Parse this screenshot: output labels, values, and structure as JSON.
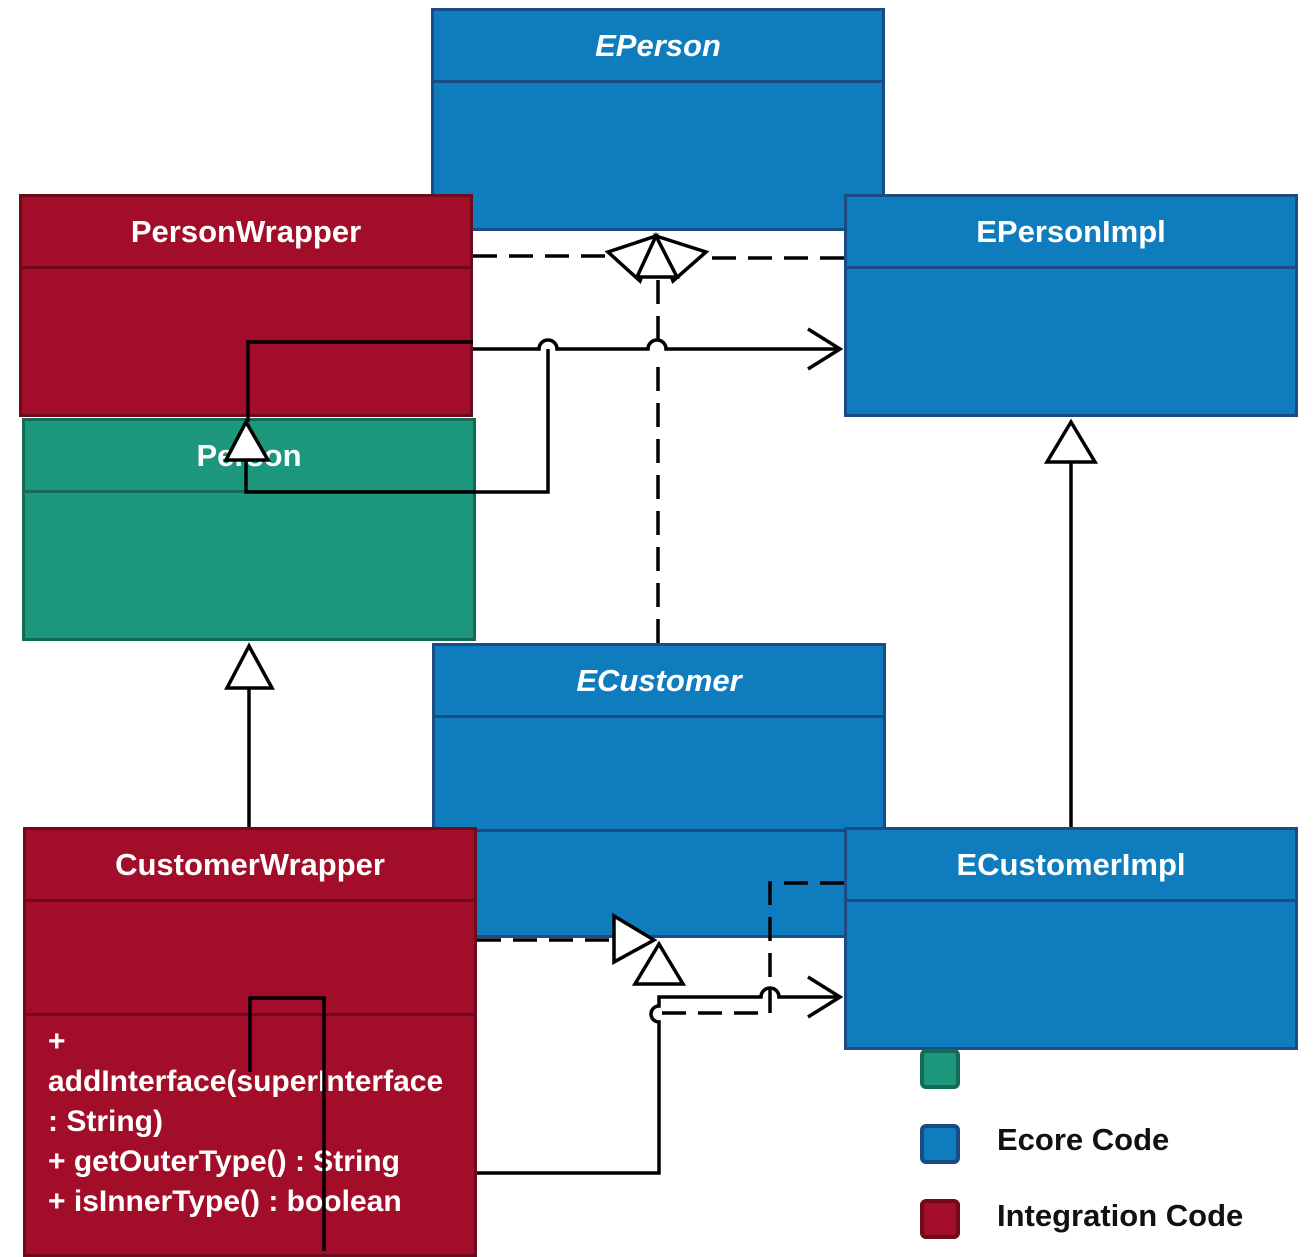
{
  "classes": {
    "eperson": {
      "name": "EPerson",
      "kind": "interface"
    },
    "epersonimpl": {
      "name": "EPersonImpl",
      "kind": "class"
    },
    "personwrapper": {
      "name": "PersonWrapper",
      "kind": "class"
    },
    "person": {
      "name": "Person",
      "kind": "class"
    },
    "ecustomer": {
      "name": "ECustomer",
      "kind": "interface"
    },
    "ecustomerimpl": {
      "name": "ECustomerImpl",
      "kind": "class"
    },
    "customerwrapper": {
      "name": "CustomerWrapper",
      "kind": "class",
      "operations": [
        "+",
        "addInterface(superInterface",
        ": String)",
        "+ getOuterType() : String",
        "+ isInnerType() : boolean"
      ]
    }
  },
  "legend": [
    {
      "label": "",
      "color": "#1d977b",
      "border": "#136a55"
    },
    {
      "label": "Ecore Code",
      "color": "#0f7cbd",
      "border": "#1a4b84"
    },
    {
      "label": "Integration Code",
      "color": "#a20e29",
      "border": "#6e0a1c"
    }
  ],
  "colors": {
    "ecore": "#0f7cbd",
    "integration": "#a20e29",
    "original": "#1d977b",
    "line": "#000000"
  }
}
